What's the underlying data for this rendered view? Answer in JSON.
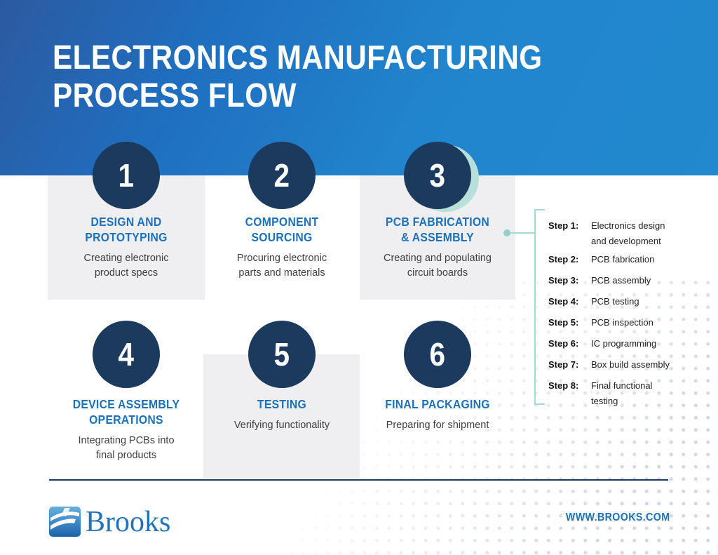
{
  "header": {
    "title": "ELECTRONICS MANUFACTURING\nPROCESS FLOW"
  },
  "steps": [
    {
      "number": "1",
      "title": "DESIGN AND\nPROTOTYPING",
      "description": "Creating electronic\nproduct specs"
    },
    {
      "number": "2",
      "title": "COMPONENT\nSOURCING",
      "description": "Procuring electronic\nparts and materials"
    },
    {
      "number": "3",
      "title": "PCB FABRICATION\n& ASSEMBLY",
      "description": "Creating and populating\ncircuit boards"
    },
    {
      "number": "4",
      "title": "DEVICE ASSEMBLY\nOPERATIONS",
      "description": "Integrating PCBs into\nfinal products"
    },
    {
      "number": "5",
      "title": "TESTING",
      "description": "Verifying functionality"
    },
    {
      "number": "6",
      "title": "FINAL PACKAGING",
      "description": "Preparing for shipment"
    }
  ],
  "step_list": [
    {
      "label": "Step 1:",
      "text": "Electronics design\nand development"
    },
    {
      "label": "Step 2:",
      "text": "PCB fabrication"
    },
    {
      "label": "Step 3:",
      "text": "PCB assembly"
    },
    {
      "label": "Step 4:",
      "text": "PCB testing"
    },
    {
      "label": "Step 5:",
      "text": "PCB inspection"
    },
    {
      "label": "Step 6:",
      "text": "IC programming"
    },
    {
      "label": "Step 7:",
      "text": "Box build assembly"
    },
    {
      "label": "Step 8:",
      "text": "Final functional\ntesting"
    }
  ],
  "footer": {
    "brand": "Brooks",
    "website": "WWW.BROOKS.COM"
  },
  "colors": {
    "banner_start": "#2c5aa0",
    "banner_end": "#2289ce",
    "circle_navy": "#1b3a5e",
    "accent_blue": "#1d71b8",
    "card_gray": "#efeff1",
    "teal": "#a7d9d4",
    "divider_navy": "#1c3b5f"
  }
}
